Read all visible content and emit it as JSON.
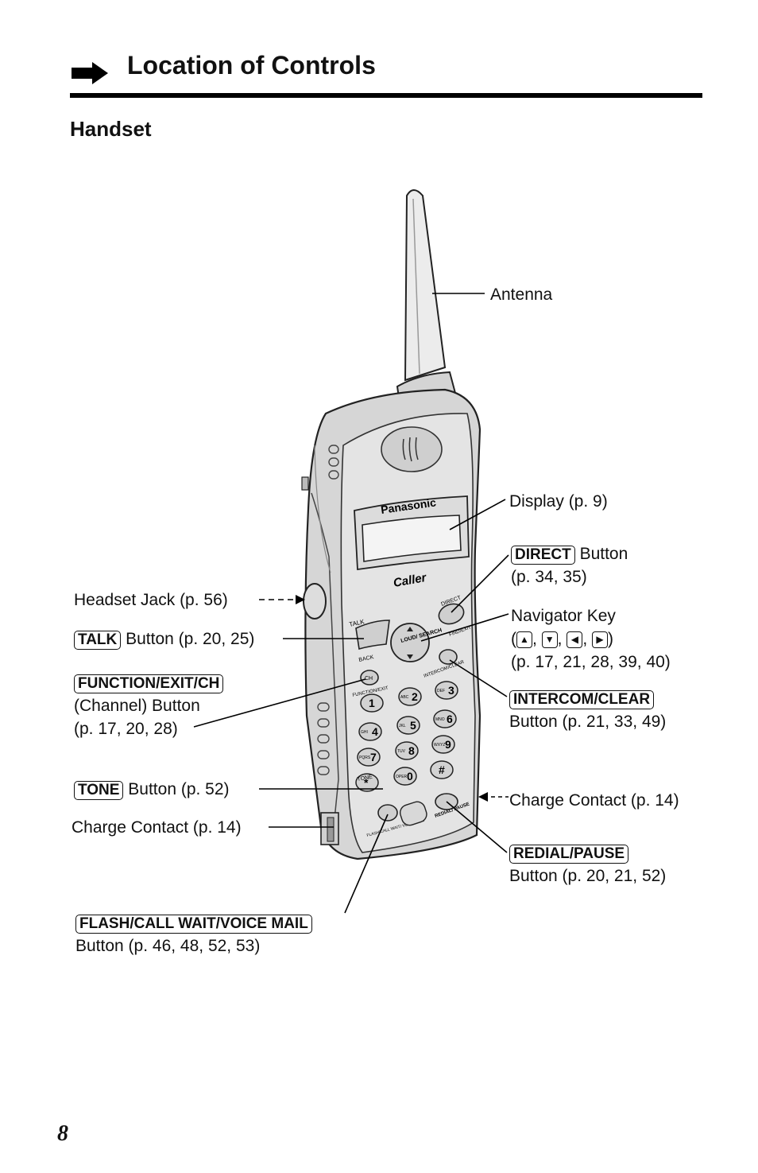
{
  "header": {
    "title": "Location of Controls",
    "section": "Handset"
  },
  "phone": {
    "brand": "Panasonic",
    "caller_logo": "Caller",
    "buttons": {
      "talk": "TALK",
      "back": "BACK",
      "direct": "DIRECT",
      "find_exit": "FIND/EXIT",
      "loud_search": "LOUD/ SEARCH",
      "ch": "CH",
      "function_exit": "FUNCTION/EXIT",
      "intercom_clear": "INTERCOM/CLEAR",
      "tone": "TONE",
      "redial_pause": "REDIAL/ PAUSE",
      "flash": "FLASH/CALL WAIT/ VOICE MAIL"
    },
    "keypad": [
      {
        "digit": "1",
        "letters": ""
      },
      {
        "digit": "2",
        "letters": "ABC"
      },
      {
        "digit": "3",
        "letters": "DEF"
      },
      {
        "digit": "4",
        "letters": "GHI"
      },
      {
        "digit": "5",
        "letters": "JKL"
      },
      {
        "digit": "6",
        "letters": "MNO"
      },
      {
        "digit": "7",
        "letters": "PQRS"
      },
      {
        "digit": "8",
        "letters": "TUV"
      },
      {
        "digit": "9",
        "letters": "WXYZ"
      },
      {
        "digit": "*",
        "letters": ""
      },
      {
        "digit": "0",
        "letters": "OPER"
      },
      {
        "digit": "#",
        "letters": ""
      }
    ]
  },
  "callouts": {
    "antenna": "Antenna",
    "display": "Display (p. 9)",
    "direct_key": "DIRECT",
    "direct_text": "Button",
    "direct_pages": "(p. 34, 35)",
    "navigator_title": "Navigator Key",
    "navigator_keys": [
      "▲",
      "▼",
      "◀",
      "▶"
    ],
    "navigator_pages": "(p. 17, 21, 28, 39, 40)",
    "intercom_key": "INTERCOM/CLEAR",
    "intercom_text": "Button (p. 21, 33, 49)",
    "charge_right": "Charge Contact (p. 14)",
    "redial_key": "REDIAL/PAUSE",
    "redial_text": "Button (p. 20, 21, 52)",
    "headset": "Headset Jack (p. 56)",
    "talk_key": "TALK",
    "talk_text": "Button (p. 20, 25)",
    "function_key": "FUNCTION/EXIT/CH",
    "function_line2": "(Channel) Button",
    "function_line3": "(p. 17, 20, 28)",
    "tone_key": "TONE",
    "tone_text": "Button (p. 52)",
    "charge_left": "Charge Contact (p. 14)",
    "flash_key": "FLASH/CALL WAIT/VOICE MAIL",
    "flash_text": "Button (p. 46, 48, 52, 53)"
  },
  "page_number": "8"
}
